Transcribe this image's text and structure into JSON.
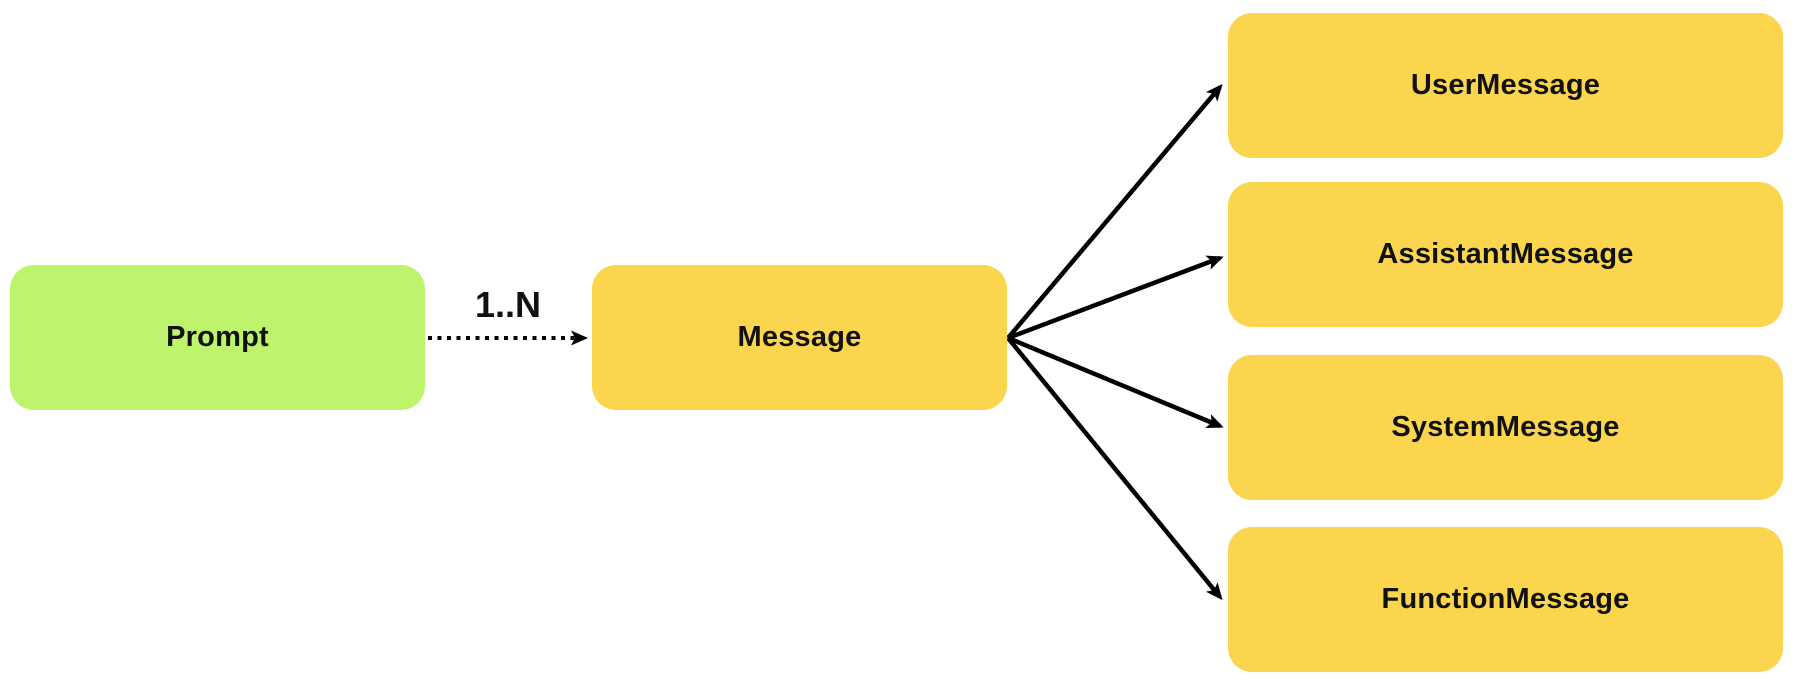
{
  "diagram": {
    "background": "#ffffff",
    "edge_color": "#000000",
    "text_color": "#111111",
    "nodes": {
      "prompt": {
        "label": "Prompt",
        "fill": "#bdf46c"
      },
      "message": {
        "label": "Message",
        "fill": "#fbd54e"
      },
      "user_message": {
        "label": "UserMessage",
        "fill": "#fbd54e"
      },
      "assistant_message": {
        "label": "AssistantMessage",
        "fill": "#fbd54e"
      },
      "system_message": {
        "label": "SystemMessage",
        "fill": "#fbd54e"
      },
      "function_message": {
        "label": "FunctionMessage",
        "fill": "#fbd54e"
      }
    },
    "edges": {
      "prompt_to_message": {
        "from": "prompt",
        "to": "message",
        "label": "1..N",
        "line_style": "dotted"
      },
      "message_to_user": {
        "from": "message",
        "to": "user_message",
        "label": "",
        "line_style": "solid"
      },
      "message_to_assistant": {
        "from": "message",
        "to": "assistant_message",
        "label": "",
        "line_style": "solid"
      },
      "message_to_system": {
        "from": "message",
        "to": "system_message",
        "label": "",
        "line_style": "solid"
      },
      "message_to_function": {
        "from": "message",
        "to": "function_message",
        "label": "",
        "line_style": "solid"
      }
    }
  }
}
